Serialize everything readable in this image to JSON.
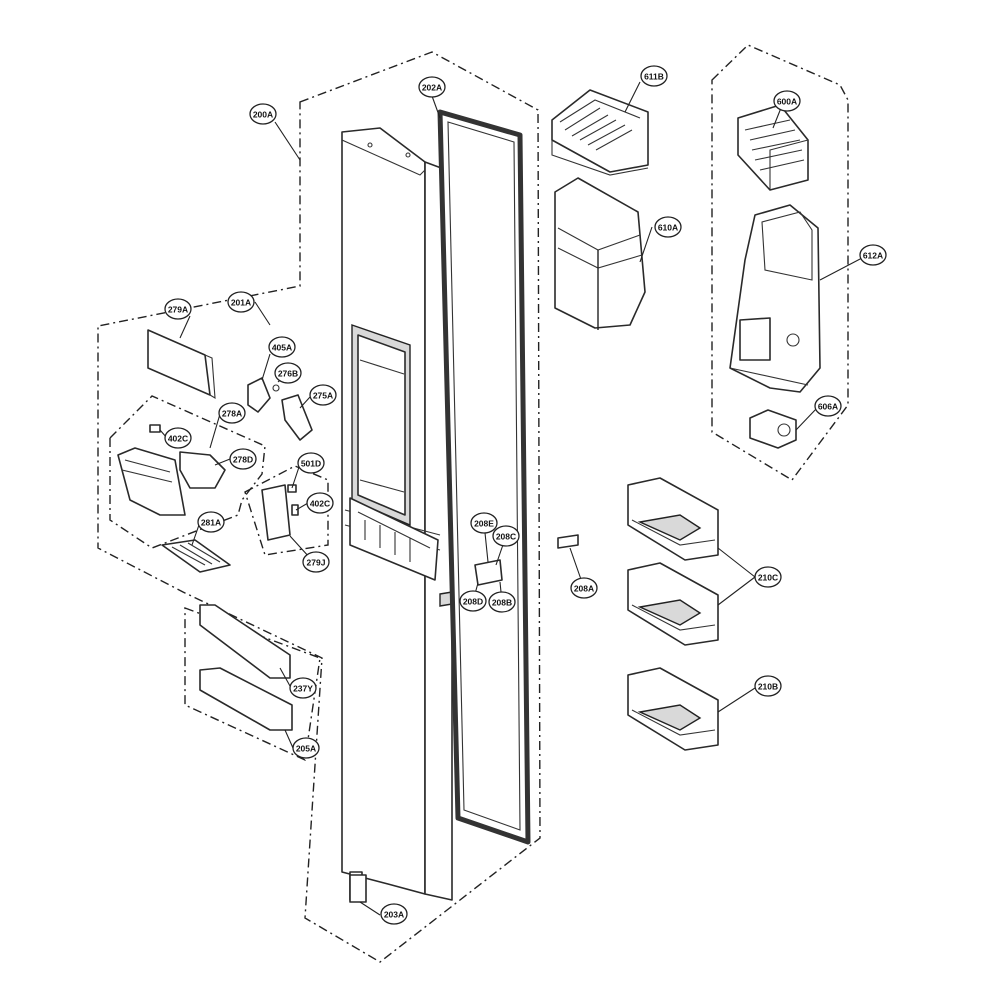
{
  "callouts": [
    {
      "id": "200A",
      "label": "200A"
    },
    {
      "id": "202A",
      "label": "202A"
    },
    {
      "id": "611B",
      "label": "611B"
    },
    {
      "id": "600A",
      "label": "600A"
    },
    {
      "id": "610A",
      "label": "610A"
    },
    {
      "id": "612A",
      "label": "612A"
    },
    {
      "id": "279A",
      "label": "279A"
    },
    {
      "id": "201A",
      "label": "201A"
    },
    {
      "id": "405A",
      "label": "405A"
    },
    {
      "id": "276B",
      "label": "276B"
    },
    {
      "id": "275A",
      "label": "275A"
    },
    {
      "id": "278A",
      "label": "278A"
    },
    {
      "id": "402C-left",
      "label": "402C"
    },
    {
      "id": "278D",
      "label": "278D"
    },
    {
      "id": "501D",
      "label": "501D"
    },
    {
      "id": "402C-right",
      "label": "402C"
    },
    {
      "id": "281A",
      "label": "281A"
    },
    {
      "id": "279J",
      "label": "279J"
    },
    {
      "id": "208E",
      "label": "208E"
    },
    {
      "id": "208C",
      "label": "208C"
    },
    {
      "id": "208D",
      "label": "208D"
    },
    {
      "id": "208B",
      "label": "208B"
    },
    {
      "id": "208A",
      "label": "208A"
    },
    {
      "id": "606A",
      "label": "606A"
    },
    {
      "id": "210C",
      "label": "210C"
    },
    {
      "id": "210B",
      "label": "210B"
    },
    {
      "id": "237Y",
      "label": "237Y"
    },
    {
      "id": "205A",
      "label": "205A"
    },
    {
      "id": "203A",
      "label": "203A"
    }
  ]
}
